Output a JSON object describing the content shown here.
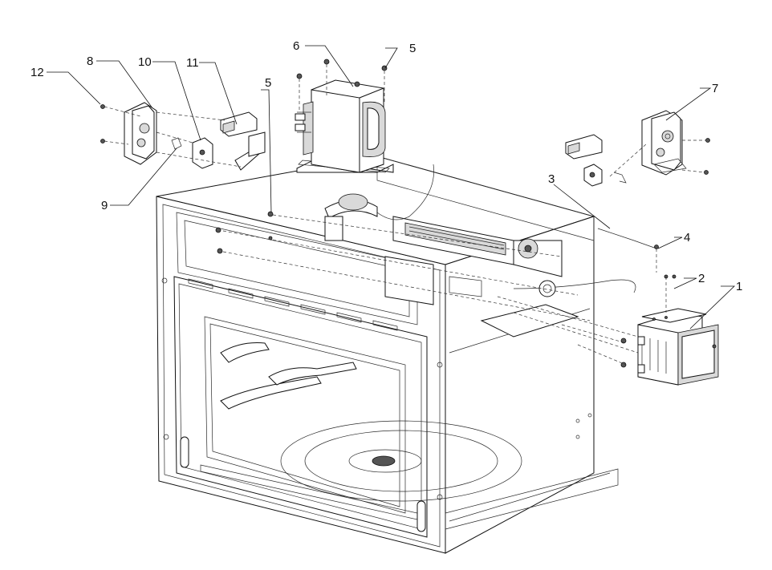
{
  "callouts": [
    {
      "id": "c1",
      "label": "1"
    },
    {
      "id": "c2",
      "label": "2"
    },
    {
      "id": "c3",
      "label": "3"
    },
    {
      "id": "c4",
      "label": "4"
    },
    {
      "id": "c5a",
      "label": "5"
    },
    {
      "id": "c5b",
      "label": "5"
    },
    {
      "id": "c6",
      "label": "6"
    },
    {
      "id": "c7",
      "label": "7"
    },
    {
      "id": "c8",
      "label": "8"
    },
    {
      "id": "c9",
      "label": "9"
    },
    {
      "id": "c10",
      "label": "10"
    },
    {
      "id": "c11",
      "label": "11"
    },
    {
      "id": "c12",
      "label": "12"
    }
  ]
}
